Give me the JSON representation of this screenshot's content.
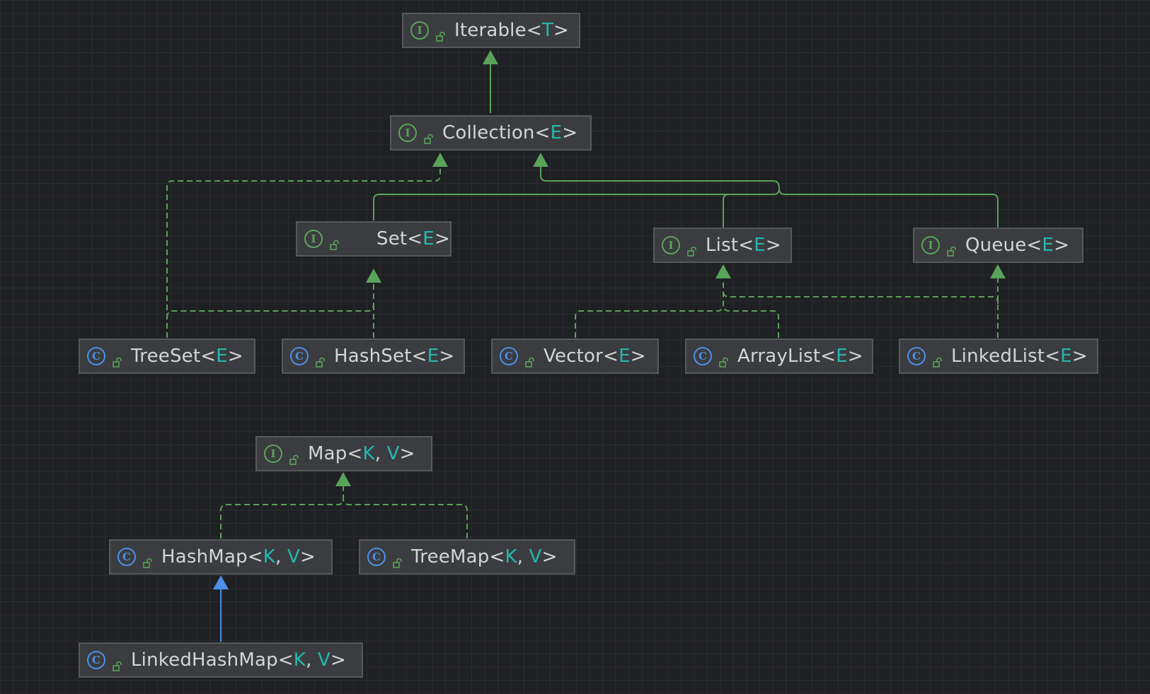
{
  "diagram": {
    "nodes": [
      {
        "id": "iterable",
        "kind": "interface",
        "kind_icon": "interface-icon",
        "name": "Iterable",
        "params": [
          "T"
        ]
      },
      {
        "id": "collection",
        "kind": "interface",
        "kind_icon": "interface-icon",
        "name": "Collection",
        "params": [
          "E"
        ]
      },
      {
        "id": "set",
        "kind": "interface",
        "kind_icon": "interface-icon",
        "name": "Set",
        "params": [
          "E"
        ]
      },
      {
        "id": "list",
        "kind": "interface",
        "kind_icon": "interface-icon",
        "name": "List",
        "params": [
          "E"
        ]
      },
      {
        "id": "queue",
        "kind": "interface",
        "kind_icon": "interface-icon",
        "name": "Queue",
        "params": [
          "E"
        ]
      },
      {
        "id": "treeset",
        "kind": "class",
        "kind_icon": "class-icon",
        "name": "TreeSet",
        "params": [
          "E"
        ]
      },
      {
        "id": "hashset",
        "kind": "class",
        "kind_icon": "class-icon",
        "name": "HashSet",
        "params": [
          "E"
        ]
      },
      {
        "id": "vector",
        "kind": "class",
        "kind_icon": "class-icon",
        "name": "Vector",
        "params": [
          "E"
        ]
      },
      {
        "id": "arraylist",
        "kind": "class",
        "kind_icon": "class-icon",
        "name": "ArrayList",
        "params": [
          "E"
        ]
      },
      {
        "id": "linkedlist",
        "kind": "class",
        "kind_icon": "class-icon",
        "name": "LinkedList",
        "params": [
          "E"
        ]
      },
      {
        "id": "map",
        "kind": "interface",
        "kind_icon": "interface-icon",
        "name": "Map",
        "params": [
          "K",
          "V"
        ]
      },
      {
        "id": "hashmap",
        "kind": "class",
        "kind_icon": "class-icon",
        "name": "HashMap",
        "params": [
          "K",
          "V"
        ]
      },
      {
        "id": "treemap",
        "kind": "class",
        "kind_icon": "class-icon",
        "name": "TreeMap",
        "params": [
          "K",
          "V"
        ]
      },
      {
        "id": "linkedhashmap",
        "kind": "class",
        "kind_icon": "class-icon",
        "name": "LinkedHashMap",
        "params": [
          "K",
          "V"
        ]
      }
    ],
    "edges": [
      {
        "from": "collection",
        "to": "iterable",
        "type": "extends"
      },
      {
        "from": "set",
        "to": "collection",
        "type": "extends"
      },
      {
        "from": "list",
        "to": "collection",
        "type": "extends"
      },
      {
        "from": "queue",
        "to": "collection",
        "type": "extends"
      },
      {
        "from": "treeset",
        "to": "collection",
        "type": "implements"
      },
      {
        "from": "treeset",
        "to": "set",
        "type": "implements"
      },
      {
        "from": "hashset",
        "to": "set",
        "type": "implements"
      },
      {
        "from": "vector",
        "to": "list",
        "type": "implements"
      },
      {
        "from": "arraylist",
        "to": "list",
        "type": "implements"
      },
      {
        "from": "linkedlist",
        "to": "list",
        "type": "implements"
      },
      {
        "from": "linkedlist",
        "to": "queue",
        "type": "implements"
      },
      {
        "from": "hashmap",
        "to": "map",
        "type": "implements"
      },
      {
        "from": "treemap",
        "to": "map",
        "type": "implements"
      },
      {
        "from": "linkedhashmap",
        "to": "hashmap",
        "type": "class-extends"
      }
    ]
  },
  "icons": {
    "interface_glyph": "I",
    "class_glyph": "C",
    "visibility": "unlocked-icon"
  },
  "colors": {
    "background": "#1f2023",
    "node_fill": "#3b3c3f",
    "node_border": "#56585c",
    "text": "#d4d5d7",
    "type_param": "#24b8b0",
    "interface_edge": "#5aa35a",
    "class_edge": "#4d8fe8"
  }
}
